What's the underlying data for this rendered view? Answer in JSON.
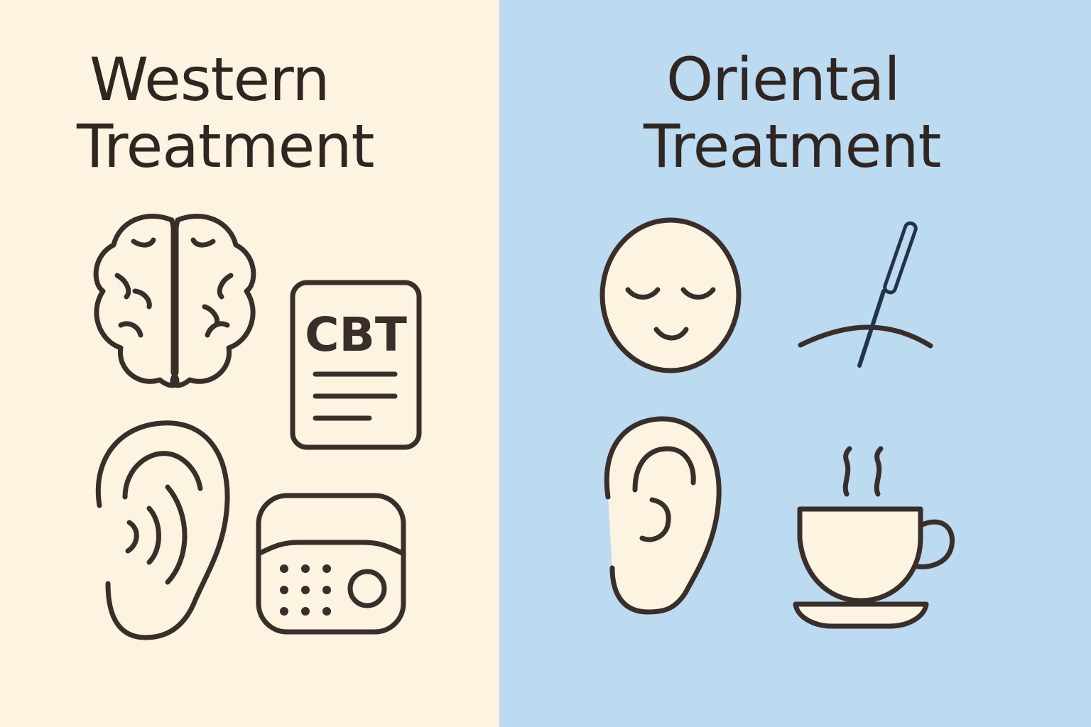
{
  "panels": {
    "western": {
      "title_line1": "Western",
      "title_line2": "Treatment",
      "background": "#FDF3E1",
      "icons": [
        "brain-icon",
        "cbt-document-icon",
        "ear-sound-icon",
        "radio-icon"
      ],
      "cbt_label": "CBT"
    },
    "oriental": {
      "title_line1": "Oriental",
      "title_line2": "Treatment",
      "background": "#BCDAF0",
      "icons": [
        "calm-face-icon",
        "acupuncture-needle-icon",
        "ear-icon",
        "tea-cup-icon"
      ]
    }
  },
  "colors": {
    "ink": "#3A2E2A",
    "icon_fill": "#FDF3E1",
    "needle": "#22344A"
  }
}
